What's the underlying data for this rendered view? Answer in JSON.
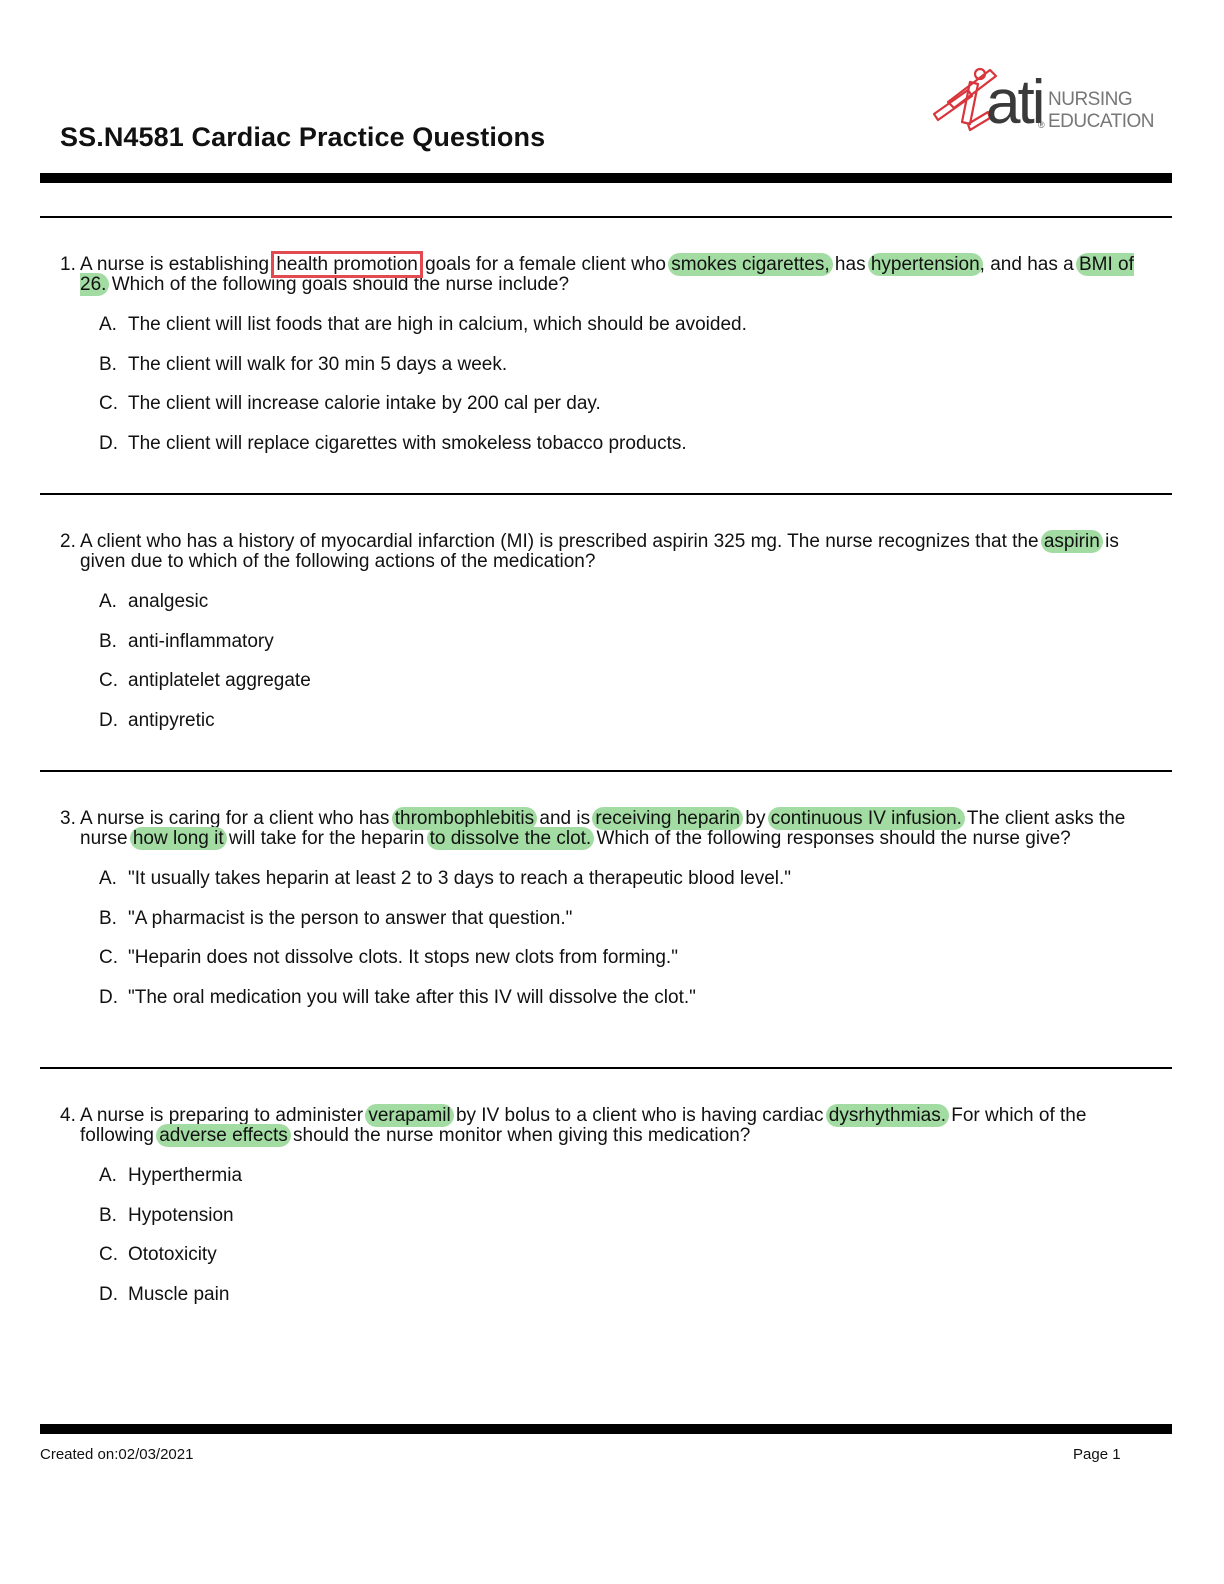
{
  "header": {
    "title": "SS.N4581 Cardiac Practice Questions",
    "logo": {
      "brand": "ati",
      "registered": "®",
      "line1": "NURSING",
      "line2": "EDUCATION",
      "accent_color": "#d9353c"
    }
  },
  "highlight_color": "#a3dca3",
  "box_color": "#e04a50",
  "questions": [
    {
      "number": "1.",
      "stem_segments": [
        {
          "text": "A nurse is establishing ",
          "style": "plain"
        },
        {
          "text": "health promotion",
          "style": "box"
        },
        {
          "text": " goals for a female client who ",
          "style": "plain"
        },
        {
          "text": "smokes cigarettes,",
          "style": "highlight"
        },
        {
          "text": " has ",
          "style": "plain"
        },
        {
          "text": "hypertension",
          "style": "highlight"
        },
        {
          "text": ", and has a ",
          "style": "plain"
        },
        {
          "text": "BMI of 26.",
          "style": "highlight"
        },
        {
          "text": " Which of the following goals should the nurse include?",
          "style": "plain"
        }
      ],
      "options": [
        {
          "letter": "A.",
          "text": "The client will list foods that are high in calcium, which should be avoided.",
          "marked": false
        },
        {
          "letter": "B.",
          "text": "The client will walk for 30 min 5 days a week.",
          "marked": true
        },
        {
          "letter": "C.",
          "text": "The client will increase calorie intake by 200 cal per day.",
          "marked": false
        },
        {
          "letter": "D.",
          "text": "The client will replace cigarettes with smokeless tobacco products.",
          "marked": false
        }
      ]
    },
    {
      "number": "2.",
      "stem_segments": [
        {
          "text": "A client who has a history of myocardial infarction (MI) is prescribed aspirin 325 mg. The nurse  recognizes that the ",
          "style": "plain"
        },
        {
          "text": "aspirin",
          "style": "highlight"
        },
        {
          "text": " is  given due to  which of the following actions of the medication?",
          "style": "plain"
        }
      ],
      "options": [
        {
          "letter": "A.",
          "text": "analgesic",
          "marked": false
        },
        {
          "letter": "B.",
          "text": "anti-inflammatory",
          "marked": false
        },
        {
          "letter": "C.",
          "text": "antiplatelet aggregate",
          "marked": true
        },
        {
          "letter": "D.",
          "text": "antipyretic",
          "marked": false
        }
      ]
    },
    {
      "number": "3.",
      "stem_segments": [
        {
          "text": "A nurse is caring for a client  who has ",
          "style": "plain"
        },
        {
          "text": "thrombophlebitis",
          "style": "highlight"
        },
        {
          "text": " and is ",
          "style": "plain"
        },
        {
          "text": "receiving heparin",
          "style": "highlight"
        },
        {
          "text": " by ",
          "style": "plain"
        },
        {
          "text": "continuous IV infusion.",
          "style": "highlight"
        },
        {
          "text": "  The client asks the nurse ",
          "style": "plain"
        },
        {
          "text": "how long it",
          "style": "highlight"
        },
        {
          "text": " will take for the heparin ",
          "style": "plain"
        },
        {
          "text": "to dissolve the clot.",
          "style": "highlight"
        },
        {
          "text": " Which of the following responses should the nurse give?",
          "style": "plain"
        }
      ],
      "options": [
        {
          "letter": "A.",
          "text": "\"It usually takes heparin at least 2  to 3 days to reach a therapeutic blood level.\"",
          "marked": false
        },
        {
          "letter": "B.",
          "text": "\"A pharmacist is the person to answer that question.\"",
          "marked": false
        },
        {
          "letter": "C.",
          "text": "\"Heparin does not dissolve clots. It stops new clots from forming.\"",
          "marked": true
        },
        {
          "letter": "D.",
          "text": "\"The oral medication you will take after this IV will dissolve the clot.\"",
          "marked": false
        }
      ]
    },
    {
      "number": "4.",
      "stem_segments": [
        {
          "text": "A nurse is preparing to administer ",
          "style": "plain"
        },
        {
          "text": "verapamil",
          "style": "highlight"
        },
        {
          "text": " by IV bolus to a client who is having cardiac ",
          "style": "plain"
        },
        {
          "text": "dysrhythmias.",
          "style": "highlight"
        },
        {
          "text": " For which of the following ",
          "style": "plain"
        },
        {
          "text": "adverse effects",
          "style": "highlight"
        },
        {
          "text": " should the nurse monitor when giving this medication?",
          "style": "plain"
        }
      ],
      "options": [
        {
          "letter": "A.",
          "text": "Hyperthermia",
          "marked": false
        },
        {
          "letter": "B.",
          "text": "Hypotension",
          "marked": true
        },
        {
          "letter": "C.",
          "text": "Ototoxicity",
          "marked": false
        },
        {
          "letter": "D.",
          "text": "Muscle pain",
          "marked": false
        }
      ]
    }
  ],
  "footer": {
    "created": "Created on:02/03/2021",
    "page": "Page 1"
  }
}
